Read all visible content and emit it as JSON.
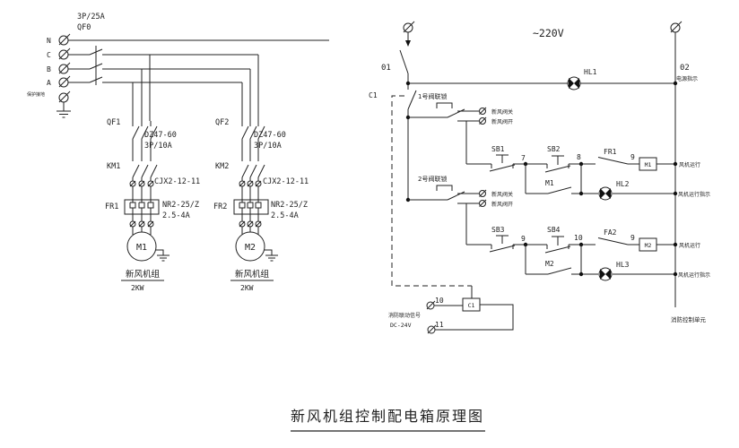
{
  "title": {
    "text": "新风机组控制配电箱原理图"
  },
  "power": {
    "rating": "3P/25A",
    "main_breaker": "QF0",
    "phases": [
      "N",
      "C",
      "B",
      "A"
    ],
    "pe": "保护接地",
    "branches": [
      {
        "qf": "QF1",
        "qf_model": "DZ47-60",
        "qf_rating": "3P/10A",
        "km": "KM1",
        "km_model": "CJX2-12-11",
        "fr": "FR1",
        "fr_model": "NR2-25/Z",
        "fr_range": "2.5-4A",
        "motor": "M1",
        "motor_name": "新风机组",
        "motor_power": "2KW"
      },
      {
        "qf": "QF2",
        "qf_model": "DZ47-60",
        "qf_rating": "3P/10A",
        "km": "KM2",
        "km_model": "CJX2-12-11",
        "fr": "FR2",
        "fr_model": "NR2-25/Z",
        "fr_range": "2.5-4A",
        "motor": "M2",
        "motor_name": "新风机组",
        "motor_power": "2KW"
      }
    ]
  },
  "control": {
    "voltage": "~220V",
    "wire01": "01",
    "wire02": "02",
    "power_ind": "电源指示",
    "hl1": "HL1",
    "fire_contact": "C1",
    "interlocks": [
      {
        "label": "1号阀联锁",
        "close": "新风阀关",
        "open": "新风阀开"
      },
      {
        "label": "2号阀联锁",
        "close": "新风阀关",
        "open": "新风阀开"
      }
    ],
    "rows": [
      {
        "stop": "SB1",
        "node1": "7",
        "start": "SB2",
        "node2": "8",
        "protect": "FR1",
        "node3": "9",
        "coil": "M1",
        "latch": "M1",
        "lamp": "HL2",
        "run": "风机运行",
        "run_ind": "风机运行指示"
      },
      {
        "stop": "SB3",
        "node1": "9",
        "start": "SB4",
        "node2": "10",
        "protect": "FA2",
        "node3": "9",
        "coil": "M2",
        "latch": "M2",
        "lamp": "HL3",
        "run": "风机运行",
        "run_ind": "风机运行指示"
      }
    ],
    "fire": {
      "relay": "C1",
      "t10": "10",
      "t11": "11",
      "signal": "消防联动信号",
      "voltage": "DC-24V",
      "unit": "消防控制单元"
    },
    "colors": {
      "line": "#222222",
      "background": "#ffffff"
    }
  }
}
